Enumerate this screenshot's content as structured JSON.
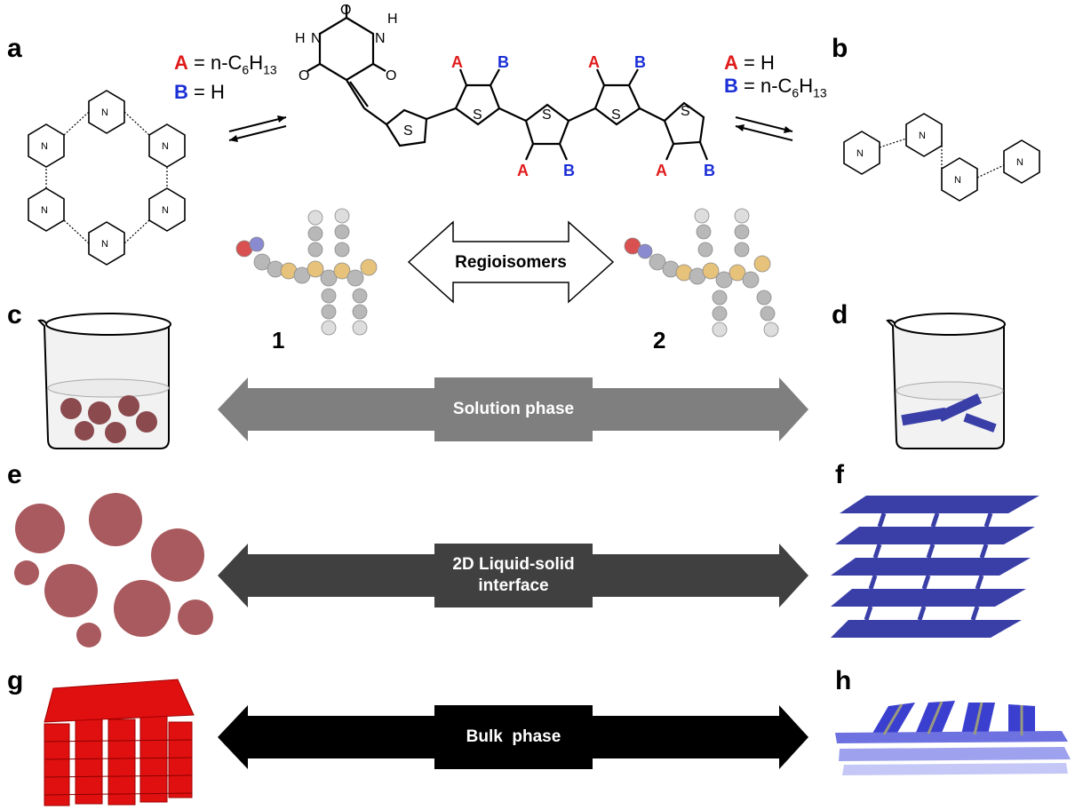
{
  "panels": {
    "a": "a",
    "b": "b",
    "c": "c",
    "d": "d",
    "e": "e",
    "f": "f",
    "g": "g",
    "h": "h"
  },
  "legend_left": {
    "a_key": "A",
    "a_eq": " = n-C",
    "a_sub6": "6",
    "a_h": "H",
    "a_sub13": "13",
    "b_key": "B",
    "b_eq": " = H"
  },
  "legend_right": {
    "a_key": "A",
    "a_eq": " = H",
    "b_key": "B",
    "b_eq": " = n-C",
    "b_sub6": "6",
    "b_h": "H",
    "b_sub13": "13"
  },
  "compounds": {
    "one": "1",
    "two": "2"
  },
  "arrows": {
    "regioisomers": "Regioisomers",
    "solution": "Solution phase",
    "interface_line1": "2D Liquid-solid",
    "interface_line2": "interface",
    "bulk": "Bulk  phase"
  },
  "colors": {
    "A": "#e01b1b",
    "B": "#1b2fd6",
    "solution_arrow": "#7f7f7f",
    "interface_arrow": "#404040",
    "bulk_arrow": "#000000",
    "rosette": "#a85a5e",
    "tape": "#3a3fa8",
    "bulk_red": "#e01010"
  },
  "molecule_atoms": {
    "S": "S",
    "N": "N",
    "O": "O",
    "H": "H",
    "A": "A",
    "B": "B"
  }
}
